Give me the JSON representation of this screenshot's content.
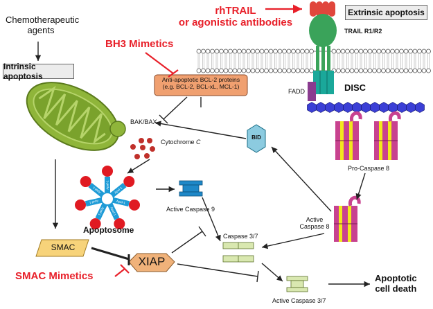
{
  "labels": {
    "chemo": "Chemotherapeutic agents",
    "intrinsic": "Intrinsic apoptosis",
    "bh3": "BH3 Mimetics",
    "antiapoptotic_line1": "Anti-apoptotic BCL-2 proteins",
    "antiapoptotic_line2": "(e.g. BCL-2, BCL-xL, MCL-1)",
    "rhtrail_line1": "rhTRAIL",
    "rhtrail_line2": "or agonistic antibodies",
    "extrinsic": "Extrinsic apoptosis",
    "trail_receptor": "TRAIL R1/R2",
    "fadd": "FADD",
    "disc": "DISC",
    "bakbax": "BAK/BAX",
    "cytochrome_prefix": "Cytochrome ",
    "cytochrome_c": "C",
    "bid": "BID",
    "apaf": "Apaf-1",
    "apoptosome": "Apoptosome",
    "active_casp9": "Active Caspase 9",
    "procasp8": "Pro-Caspase 8",
    "active_casp8_line1": "Active",
    "active_casp8_line2": "Caspase 8",
    "casp37": "Caspase 3/7",
    "smac": "SMAC",
    "xiap": "XIAP",
    "smac_mimetics": "SMAC Mimetics",
    "active_casp37": "Active Caspase 3/7",
    "death_line1": "Apoptotic",
    "death_line2": "cell death"
  },
  "colors": {
    "drug_red": "#e8202a",
    "mito_green": "#8fb53a",
    "mito_dark": "#5a7a1c",
    "receptor_red": "#e0463c",
    "receptor_green": "#3aa35a",
    "disc_teal": "#1aa89a",
    "fadd_purple": "#8a3b8f",
    "dd_blue": "#3b3fd6",
    "caspase_magenta": "#c8428f",
    "caspase_yellow": "#f2e81c",
    "casp9_blue": "#1e88c8",
    "casp37_green": "#d9e8b0",
    "bid_blue": "#8ccbe0",
    "smac_yellow": "#f7d37a",
    "xiap_orange": "#f0b27a",
    "antiapoptotic_orange": "#f0a070",
    "cytc_red": "#c0302a"
  }
}
